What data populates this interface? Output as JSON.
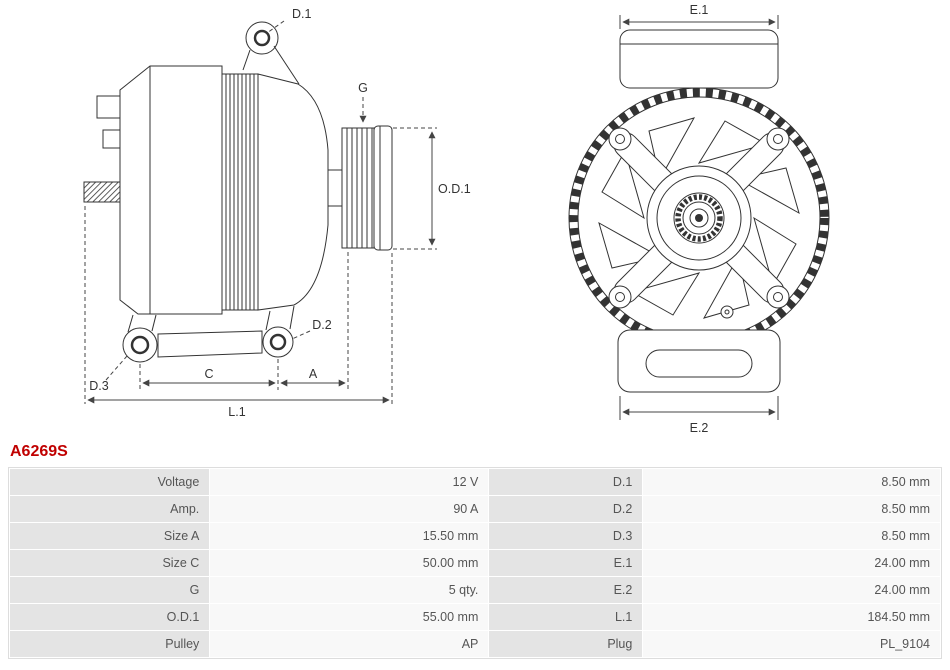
{
  "part": {
    "number": "A6269S"
  },
  "diagram": {
    "labels": {
      "d1": "D.1",
      "g": "G",
      "od1": "O.D.1",
      "d2": "D.2",
      "d3": "D.3",
      "c": "C",
      "a": "A",
      "l1": "L.1",
      "e1": "E.1",
      "e2": "E.2"
    }
  },
  "table": {
    "rows": [
      {
        "l1": "Voltage",
        "v1": "12 V",
        "l2": "D.1",
        "v2": "8.50 mm"
      },
      {
        "l1": "Amp.",
        "v1": "90 A",
        "l2": "D.2",
        "v2": "8.50 mm"
      },
      {
        "l1": "Size A",
        "v1": "15.50 mm",
        "l2": "D.3",
        "v2": "8.50 mm"
      },
      {
        "l1": "Size C",
        "v1": "50.00 mm",
        "l2": "E.1",
        "v2": "24.00 mm"
      },
      {
        "l1": "G",
        "v1": "5 qty.",
        "l2": "E.2",
        "v2": "24.00 mm"
      },
      {
        "l1": "O.D.1",
        "v1": "55.00 mm",
        "l2": "L.1",
        "v2": "184.50 mm"
      },
      {
        "l1": "Pulley",
        "v1": "AP",
        "l2": "Plug",
        "v2": "PL_9104"
      }
    ]
  },
  "colors": {
    "part_number": "#c00000",
    "label_cell_bg": "#e4e4e4",
    "value_cell_bg": "#f8f8f8",
    "line": "#333333"
  }
}
